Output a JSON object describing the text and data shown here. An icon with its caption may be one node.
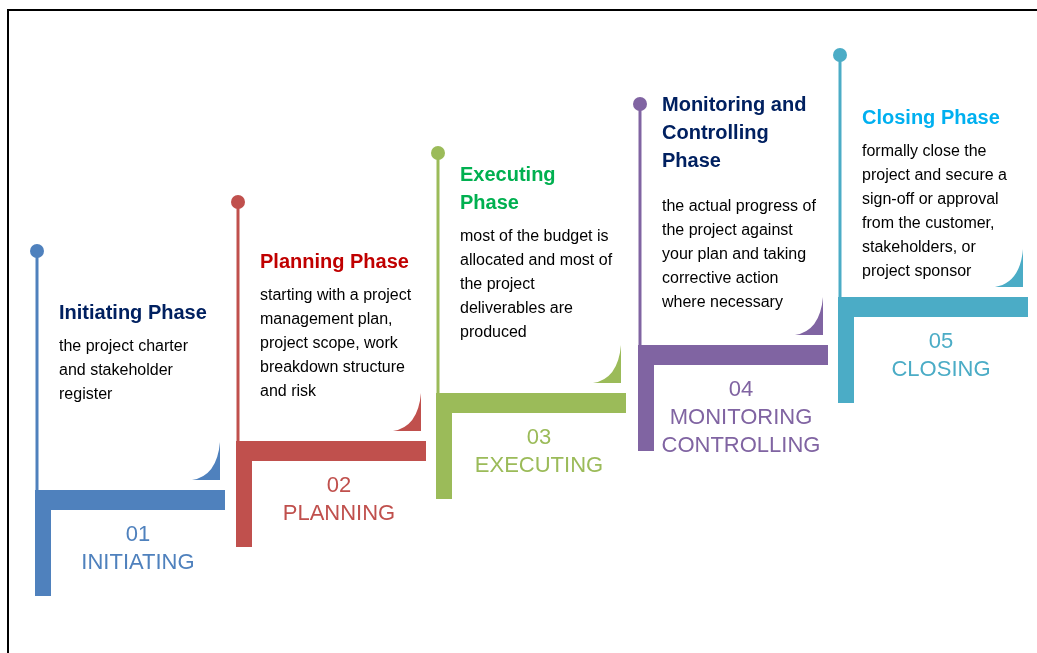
{
  "diagram": {
    "nodes": [
      {
        "text": [
          "Initiating Phase",
          "the project charter and stakeholder register"
        ],
        "beside": [
          "01",
          "INITIATING"
        ]
      },
      {
        "text": [
          "Planning Phase",
          "starting with a project management plan, project scope, work breakdown structure and risk"
        ],
        "beside": [
          "02",
          "PLANNING"
        ]
      },
      {
        "text": [
          "Executing Phase",
          "most of the budget is allocated and most of the project deliverables are produced"
        ],
        "beside": [
          "03",
          "EXECUTING"
        ]
      },
      {
        "text": [
          "Monitoring and Controlling Phase",
          "the actual progress of the project against your plan and taking corrective action where necessary"
        ],
        "beside": [
          "04",
          "MONITORING CONTROLLING"
        ]
      },
      {
        "text": [
          "Closing Phase",
          "formally close the project and secure a sign-off or approval from the customer, stakeholders, or project sponsor"
        ],
        "beside": [
          "05",
          "CLOSING"
        ]
      }
    ]
  }
}
